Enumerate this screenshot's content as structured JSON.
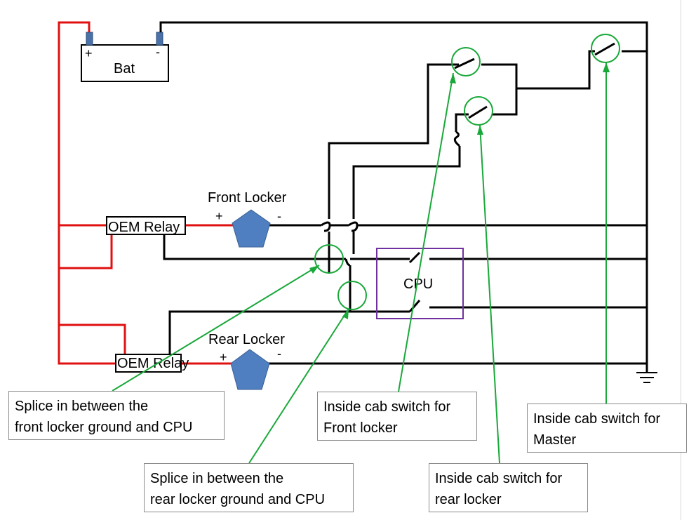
{
  "battery": {
    "label": "Bat",
    "plus": "+",
    "minus": "-"
  },
  "front_locker": {
    "label": "Front Locker",
    "plus": "+",
    "minus": "-"
  },
  "rear_locker": {
    "label": "Rear Locker",
    "plus": "+",
    "minus": "-"
  },
  "relays": {
    "front_label": "OEM Relay",
    "rear_label": "OEM Relay"
  },
  "cpu": {
    "label": "CPU"
  },
  "callouts": {
    "splice_front": [
      "Splice in between the",
      "front locker ground and CPU"
    ],
    "splice_rear": [
      "Splice in between the",
      "rear locker ground and CPU"
    ],
    "switch_front": [
      "Inside cab switch for",
      "Front locker"
    ],
    "switch_rear": [
      "Inside cab switch for",
      "rear locker"
    ],
    "switch_master": [
      "Inside cab switch for",
      "Master"
    ]
  },
  "colors": {
    "power_wire": "#e01010",
    "ground_wire": "#000000",
    "annotation": "#1aa83a",
    "locker": "#4f7fc0",
    "cpu_box": "#7030a0"
  }
}
